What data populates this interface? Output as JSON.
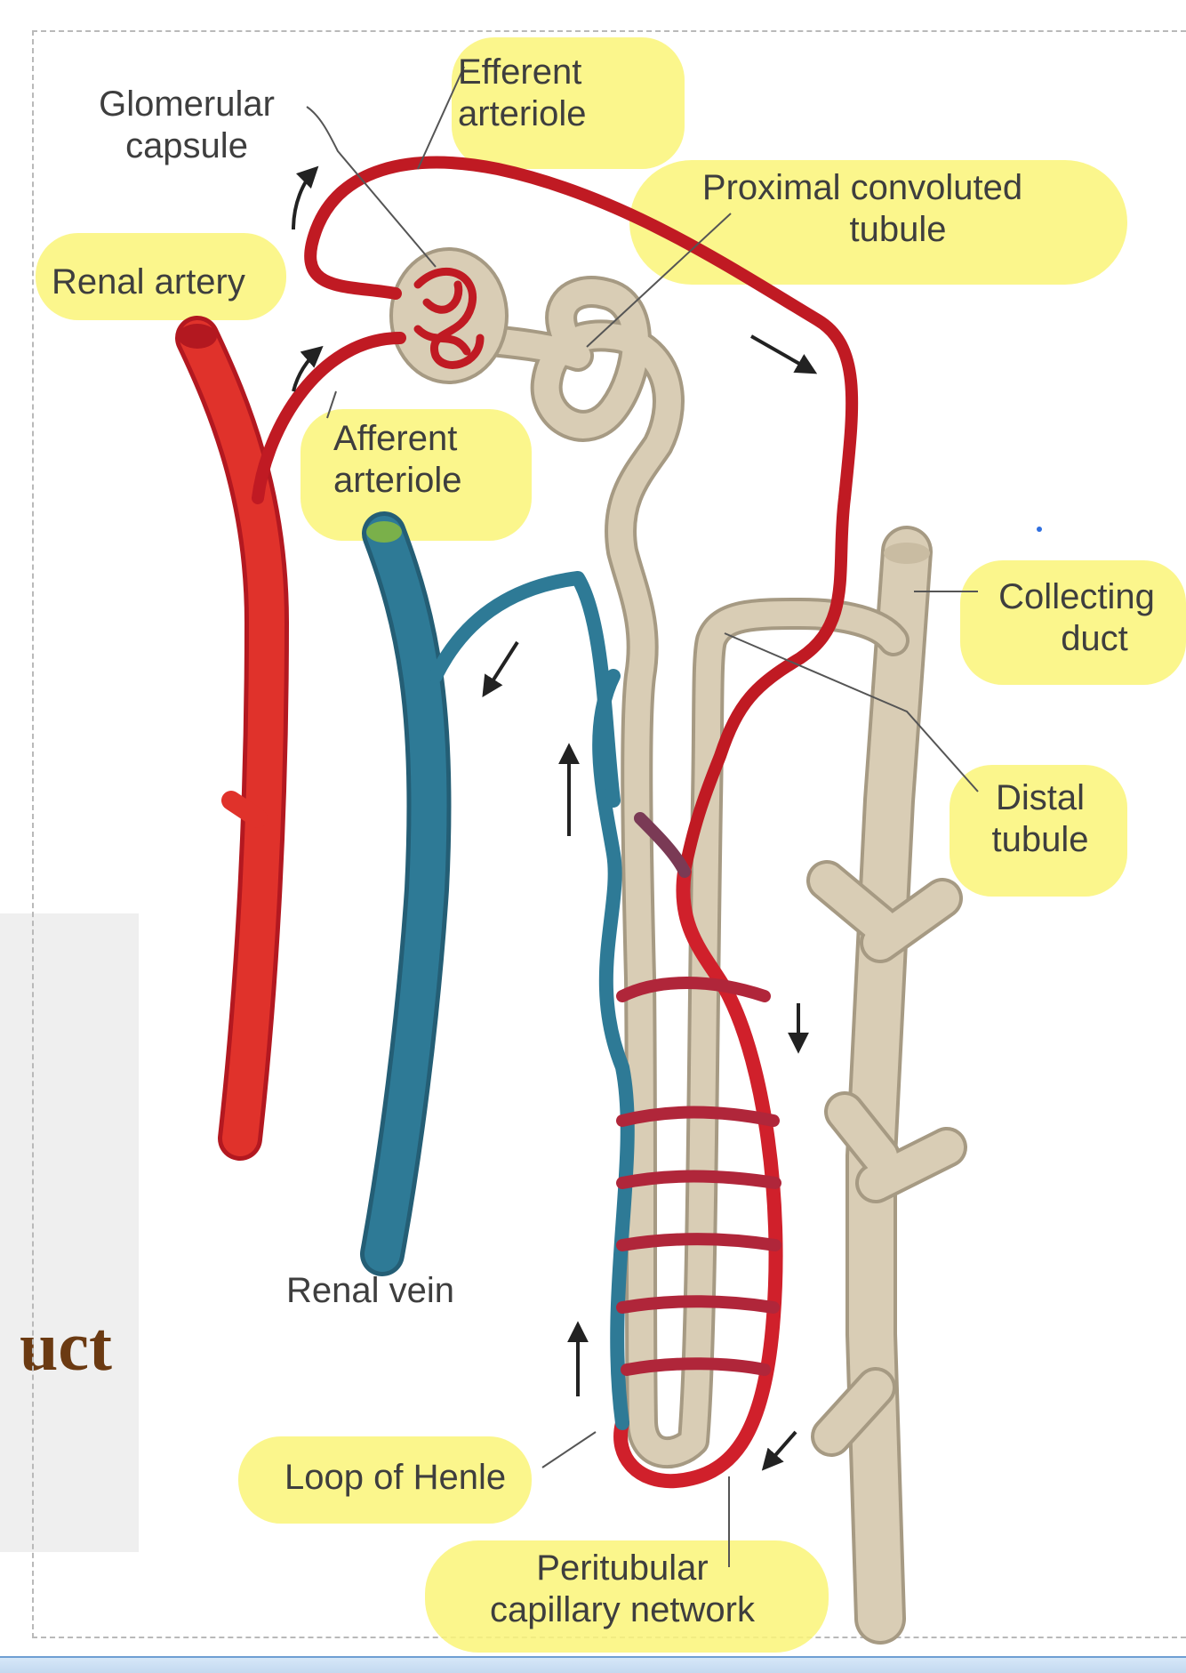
{
  "labels": {
    "glomerular_capsule": [
      "Glomerular",
      "capsule"
    ],
    "efferent_arteriole": [
      "Efferent",
      "arteriole"
    ],
    "proximal_tubule": [
      "Proximal convoluted",
      "tubule"
    ],
    "renal_artery": "Renal artery",
    "afferent_arteriole": [
      "Afferent",
      "arteriole"
    ],
    "collecting_duct": [
      "Collecting",
      "duct"
    ],
    "distal_tubule": [
      "Distal",
      "tubule"
    ],
    "renal_vein": "Renal vein",
    "loop_of_henle": "Loop of Henle",
    "peritubular": [
      "Peritubular",
      "capillary network"
    ]
  },
  "panel_text": "uct",
  "colors": {
    "artery": "#d0202b",
    "vein": "#2e7a96",
    "tubule": "#d9cdb5",
    "tubule_outline": "#a69a83",
    "highlight": "#f7f16a",
    "panel_text": "#6b3a12"
  }
}
